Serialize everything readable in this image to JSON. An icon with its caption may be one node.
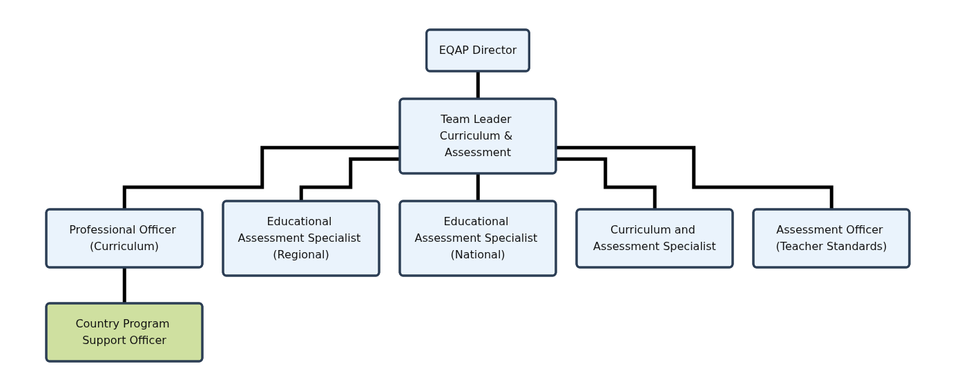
{
  "diagram": {
    "nodes": [
      {
        "text": [
          "EQAP Director"
        ]
      },
      {
        "text": [
          "Team Leader Curriculum & Assessment"
        ]
      },
      {
        "text": [
          "Professional Officer (Curriculum)"
        ]
      },
      {
        "text": [
          "Educational Assessment Specialist (Regional)"
        ]
      },
      {
        "text": [
          "Educational Assessment Specialist (National)"
        ]
      },
      {
        "text": [
          "Curriculum and Assessment Specialist"
        ]
      },
      {
        "text": [
          "Assessment Officer (Teacher Standards)"
        ]
      },
      {
        "text": [
          "Country Program Support Officer"
        ]
      }
    ],
    "edges": [
      {
        "from": 0,
        "to": 1,
        "arrow": "none"
      },
      {
        "from": 1,
        "to": 2,
        "arrow": "none"
      },
      {
        "from": 1,
        "to": 3,
        "arrow": "none"
      },
      {
        "from": 1,
        "to": 4,
        "arrow": "none"
      },
      {
        "from": 1,
        "to": 5,
        "arrow": "none"
      },
      {
        "from": 1,
        "to": 6,
        "arrow": "none"
      },
      {
        "from": 2,
        "to": 7,
        "arrow": "none"
      }
    ]
  }
}
